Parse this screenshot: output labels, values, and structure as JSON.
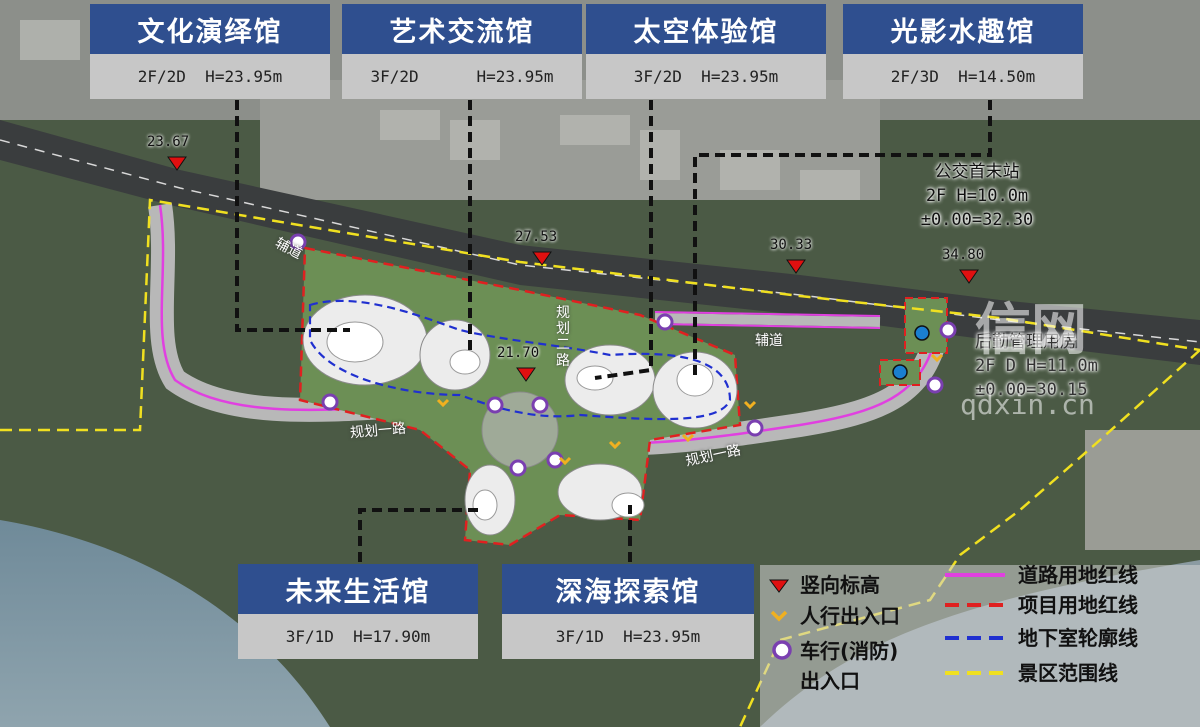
{
  "buildings": [
    {
      "name": "文化演绎馆",
      "spec": "2F/2D  H=23.95m"
    },
    {
      "name": "艺术交流馆",
      "spec": "3F/2D      H=23.95m"
    },
    {
      "name": "太空体验馆",
      "spec": "3F/2D  H=23.95m"
    },
    {
      "name": "光影水趣馆",
      "spec": "2F/3D  H=14.50m"
    },
    {
      "name": "未来生活馆",
      "spec": "3F/1D  H=17.90m"
    },
    {
      "name": "深海探索馆",
      "spec": "3F/1D  H=23.95m"
    }
  ],
  "elevations": [
    "23.67",
    "27.53",
    "30.33",
    "34.80",
    "21.70"
  ],
  "bus_station": {
    "name": "公交首末站",
    "floor": "2F H=10.0m",
    "base": "±0.00=32.30"
  },
  "management": {
    "name": "后勤管理用房",
    "floor": "2F  D H=11.0m",
    "base": "±0.00=30.15"
  },
  "roads": {
    "aux": "辅道",
    "plan_road_1": "规划一路",
    "plan_road_2": "规划二路"
  },
  "watermark": {
    "logo": "信网",
    "site": "qdxin.cn"
  },
  "legend": {
    "vertical_elevation": "竖向标高",
    "pedestrian_entrance": "人行出入口",
    "vehicle_entrance_line1": "车行(消防)",
    "vehicle_entrance_line2": "出入口",
    "road_red_line": "道路用地红线",
    "project_red_line": "项目用地红线",
    "basement_outline": "地下室轮廓线",
    "scenic_boundary": "景区范围线"
  },
  "colors": {
    "card_title_bg": "#2f4f8f",
    "card_sub_bg": "#c7c7c7",
    "road_red_line": "#e040e0",
    "project_red_line": "#e02020",
    "basement_outline": "#2030d0",
    "scenic_boundary": "#f0e020",
    "elevation_marker": "#e01010",
    "pedestrian_marker": "#f0b020",
    "vehicle_marker": "#7a3fb0"
  }
}
